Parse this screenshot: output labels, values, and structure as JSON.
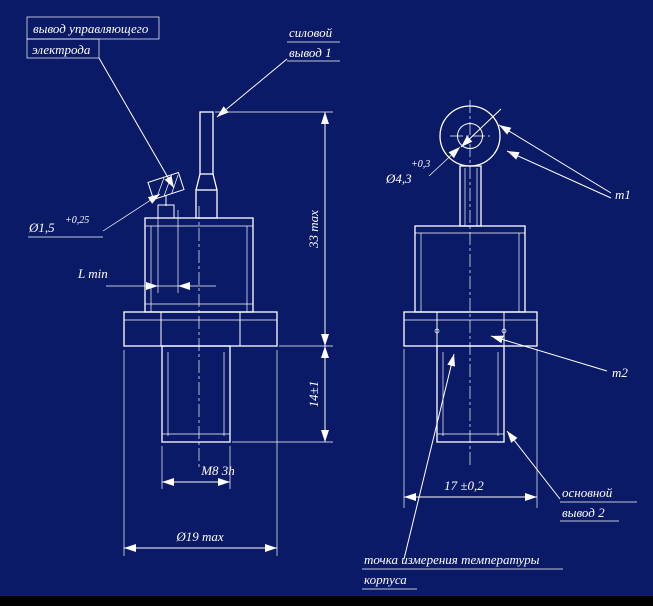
{
  "drawing": {
    "background_color": "#0b1a66",
    "line_color": "#ffffff",
    "type": "semiconductor stud-mount device outline drawing, two views"
  },
  "labels": {
    "gate_lead_1": "вывод управляющего",
    "gate_lead_2": "электрода",
    "power_lead_1": "силовой",
    "power_lead_2": "вывод 1",
    "gate_dia": "Ø1,5",
    "gate_dia_tol": "+0,25",
    "l_min": "L min",
    "dim_33": "33 max",
    "dim_14": "14±1",
    "thread": "M8 3h",
    "dim_19": "Ø19 max",
    "hole_dia": "Ø4,3",
    "hole_dia_tol": "+0,3",
    "m1": "m1",
    "m2": "m2",
    "dim_17": "17 ±0,2",
    "main_lead_1": "основной",
    "main_lead_2": "вывод 2",
    "temp_1": "точка измерения температуры",
    "temp_2": "корпуса"
  }
}
